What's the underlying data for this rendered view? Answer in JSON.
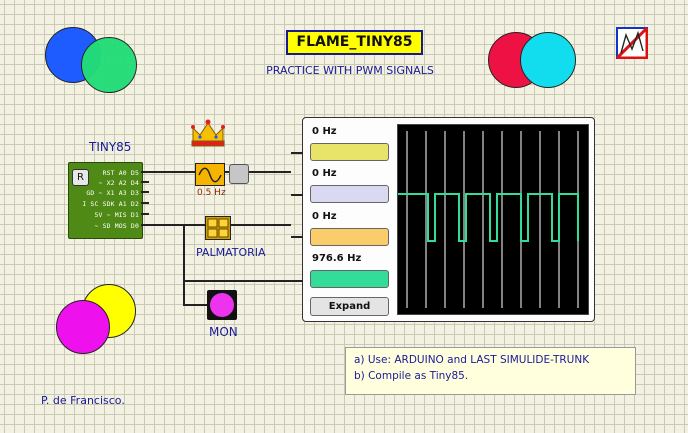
{
  "title": "FLAME_TINY85",
  "subtitle": "PRACTICE WITH PWM SIGNALS",
  "chip": {
    "label": "TINY85",
    "reset_label": "R",
    "rows": [
      "RST A0 D5",
      "~ X2 A2 D4",
      "GD ~ X1 A3 D3",
      "I SC SDK A1 D2",
      "5V ~ MIS D1",
      "~ SD MOS D0"
    ],
    "color": "#4f8a16"
  },
  "wave_generator": {
    "icon": "sine-wave-icon",
    "frequency": "0.5 Hz",
    "color": "#f4b400"
  },
  "palmatoria": {
    "label": "PALMATORIA",
    "icon": "flame-grid-icon"
  },
  "monitor_led": {
    "label": "MON",
    "color": "#ee33ee"
  },
  "oscilloscope": {
    "channels": [
      {
        "frequency": "0 Hz",
        "color": "#e8e46a"
      },
      {
        "frequency": "0 Hz",
        "color": "#d9d9f2"
      },
      {
        "frequency": "0 Hz",
        "color": "#fbcc6a"
      },
      {
        "frequency": "976.6 Hz",
        "color": "#33dd99"
      }
    ],
    "expand_label": "Expand",
    "trace_color": "#33dd99"
  },
  "info": {
    "line1": "a) Use: ARDUINO and LAST SIMULIDE-TRUNK",
    "line2": "b) Compile as Tiny85."
  },
  "author": "P. de Francisco.",
  "decor": {
    "top_left_colors": [
      "#1e5cff",
      "#22dd77"
    ],
    "top_right_colors": [
      "#ee1144",
      "#11ddee"
    ],
    "bottom_left_colors": [
      "#ffff00",
      "#ee11ee"
    ]
  },
  "logo_icon": "simulide-logo-icon",
  "crown_icon": "crown-icon"
}
